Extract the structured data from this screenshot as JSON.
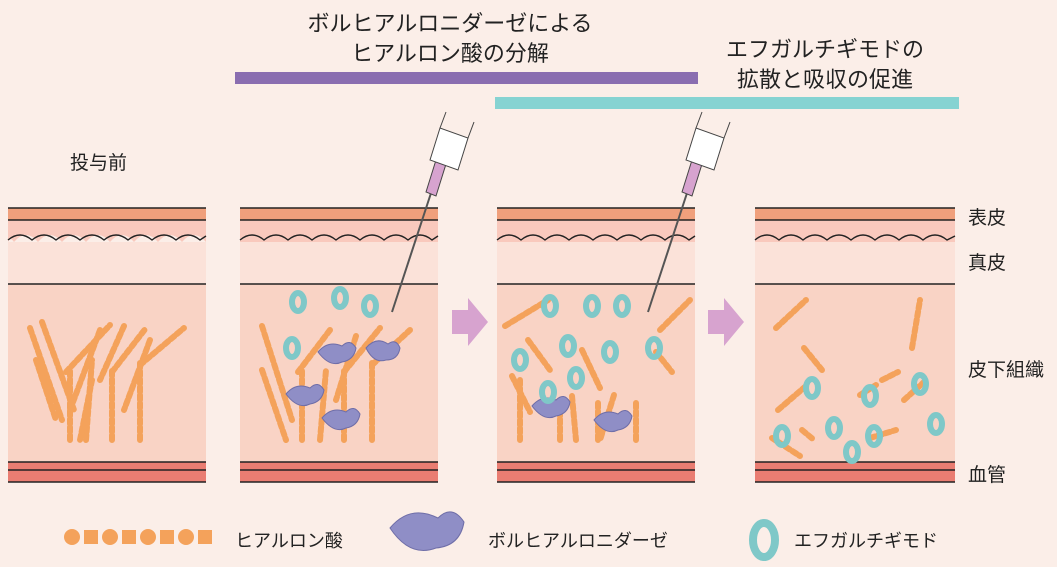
{
  "title_enzyme": [
    "ボルヒアルロニダーゼによる",
    "ヒアルロン酸の分解"
  ],
  "title_efgartigimod": [
    "エフガルチギモドの",
    "拡散と吸収の促進"
  ],
  "pre_dose_label": "投与前",
  "layers": {
    "epidermis": "表皮",
    "dermis": "真皮",
    "subcutaneous": "皮下組織",
    "vessel": "血管"
  },
  "legend": {
    "hyaluronic_acid": "ヒアルロン酸",
    "enzyme": "ボルヒアルロニダーゼ",
    "antibody": "エフガルチギモド"
  },
  "colors": {
    "background": "#fbeee8",
    "epidermis": "#f0a07c",
    "dermis": "#f9c9bd",
    "subcutaneous": "#f9d3c5",
    "vessel": "#ea7d72",
    "hyaluronic_acid": "#f4a25b",
    "enzyme": "#8f8ec6",
    "antibody": "#7fc8c8",
    "purple_bar": "#8a6db0",
    "teal_bar": "#86d3d2",
    "arrow": "#d7a3cf"
  }
}
